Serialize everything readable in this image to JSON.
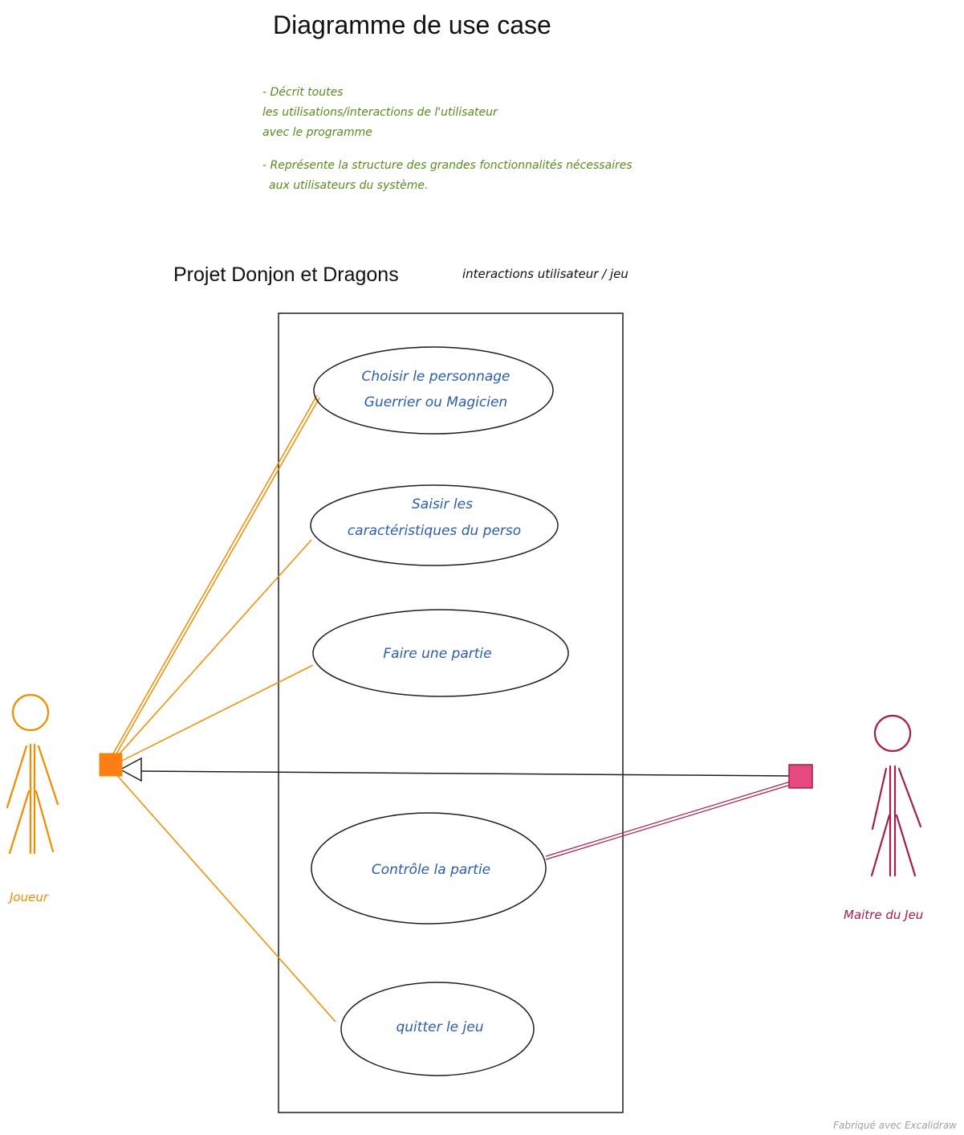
{
  "title": "Diagramme de use case",
  "notes": [
    "- Décrit toutes",
    "les utilisations/interactions de l'utilisateur",
    "avec le programme",
    "- Représente la structure des grandes fonctionnalités nécessaires",
    "aux utilisateurs du système."
  ],
  "system": {
    "name": "Projet Donjon et Dragons",
    "subtitle": "interactions utilisateur / jeu"
  },
  "use_cases": [
    {
      "line1": "Choisir le personnage",
      "line2": "Guerrier ou Magicien"
    },
    {
      "line1": "Saisir les",
      "line2": "caractéristiques du perso"
    },
    {
      "line1": "Faire une partie",
      "line2": ""
    },
    {
      "line1": "Contrôle la partie",
      "line2": ""
    },
    {
      "line1": "quitter le jeu",
      "line2": ""
    }
  ],
  "actors": {
    "player": {
      "label": "Joueur",
      "color": "#f08c00"
    },
    "game_master": {
      "label": "Maitre du Jeu",
      "color": "#a61e4d",
      "box_color": "#e64980"
    }
  },
  "footer": "Fabriqué avec Excalidraw"
}
